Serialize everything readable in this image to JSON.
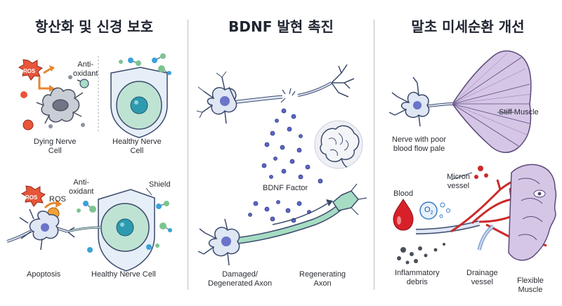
{
  "panels": [
    {
      "title": "항산화 및 신경 보호",
      "labels": {
        "ros_top": "ROS",
        "antiox_top_1": "Anti-",
        "antiox_top_2": "oxidant",
        "dying_1": "Dying Nerve",
        "dying_2": "Cell",
        "healthy_top_1": "Healthy Nerve",
        "healthy_top_2": "Cell",
        "ros_bottom_badge": "ROS",
        "ros_bottom_text": "ROS",
        "antiox_bottom_1": "Anti-",
        "antiox_bottom_2": "oxidant",
        "shield": "Shield",
        "apoptosis": "Apoptosis",
        "healthy_bottom": "Healthy Nerve Cell"
      }
    },
    {
      "title": "BDNF 발현 촉진",
      "labels": {
        "bdnf_factor": "BDNF Factor",
        "damaged_1": "Damaged/",
        "damaged_2": "Degenerated Axon",
        "regen_1": "Regenerating",
        "regen_2": "Axon"
      }
    },
    {
      "title": "말초 미세순환 개선",
      "labels": {
        "stiff_muscle": "Stiff Muscle",
        "nerve_poor_1": "Nerve with poor",
        "nerve_poor_2": "blood flow pale",
        "micron_1": "Micron",
        "micron_2": "vessel",
        "blood": "Blood",
        "o2": "O",
        "o2_sub": "2",
        "inflam_1": "Inflammatory",
        "inflam_2": "debris",
        "drain_1": "Drainage",
        "drain_2": "vessel",
        "flex_1": "Flexible",
        "flex_2": "Muscle"
      }
    }
  ],
  "colors": {
    "neuron": "#dfe6f4",
    "neuron_stroke": "#3b4a6b",
    "nucleus": "#6a74c9",
    "cell_green": "#bfe3d3",
    "cell_nucleus": "#2e9ab0",
    "shield": "#e6eef8",
    "ros": "#e8553a",
    "arrow_orange": "#e8862e",
    "bdnf_dot": "#5b66c4",
    "axon_green": "#a6dcc3",
    "muscle_purple": "#d6c6e6",
    "vessel_red": "#cc2a2a",
    "blood_red": "#d8202a"
  }
}
